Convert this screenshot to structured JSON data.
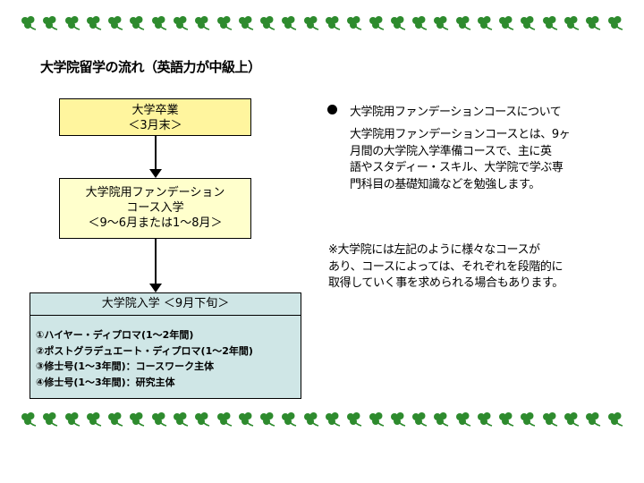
{
  "title": "大学院留学の流れ（英語力が中級上）",
  "flow": {
    "step1": [
      "大学卒業",
      "＜3月末＞"
    ],
    "step2": [
      "大学院用ファンデーション",
      "コース入学",
      "＜9～6月または1～8月＞"
    ],
    "step3": {
      "heading": "大学院入学 ＜9月下旬＞",
      "items": [
        "①ハイヤー・ディプロマ(1～2年間)",
        "②ポストグラデュエート・ディプロマ(1～2年間)",
        "③修士号(1～3年間)：コースワーク主体",
        "④修士号(1～3年間)：研究主体"
      ]
    }
  },
  "notes": {
    "heading": "大学院用ファンデーションコースについて",
    "body": [
      "大学院用ファンデーションコースとは、9ヶ",
      "月間の大学院入学準備コースで、主に英",
      "語やスタディー・スキル、大学院で学ぶ専",
      "門科目の基礎知識などを勉強します。"
    ],
    "remark": [
      "※大学院には左記のように様々なコースが",
      "あり、コースによっては、それぞれを段階的に",
      "取得していく事を求められる場合もあります。"
    ]
  },
  "colors": {
    "step1_fill": "#fff59e",
    "step2_fill": "#ffffcc",
    "step3_fill": "#cfe6e6",
    "clover": "#2e8b2e"
  },
  "icons": {
    "border_decoration": "clover-icon",
    "bullet": "filled-circle-icon"
  }
}
